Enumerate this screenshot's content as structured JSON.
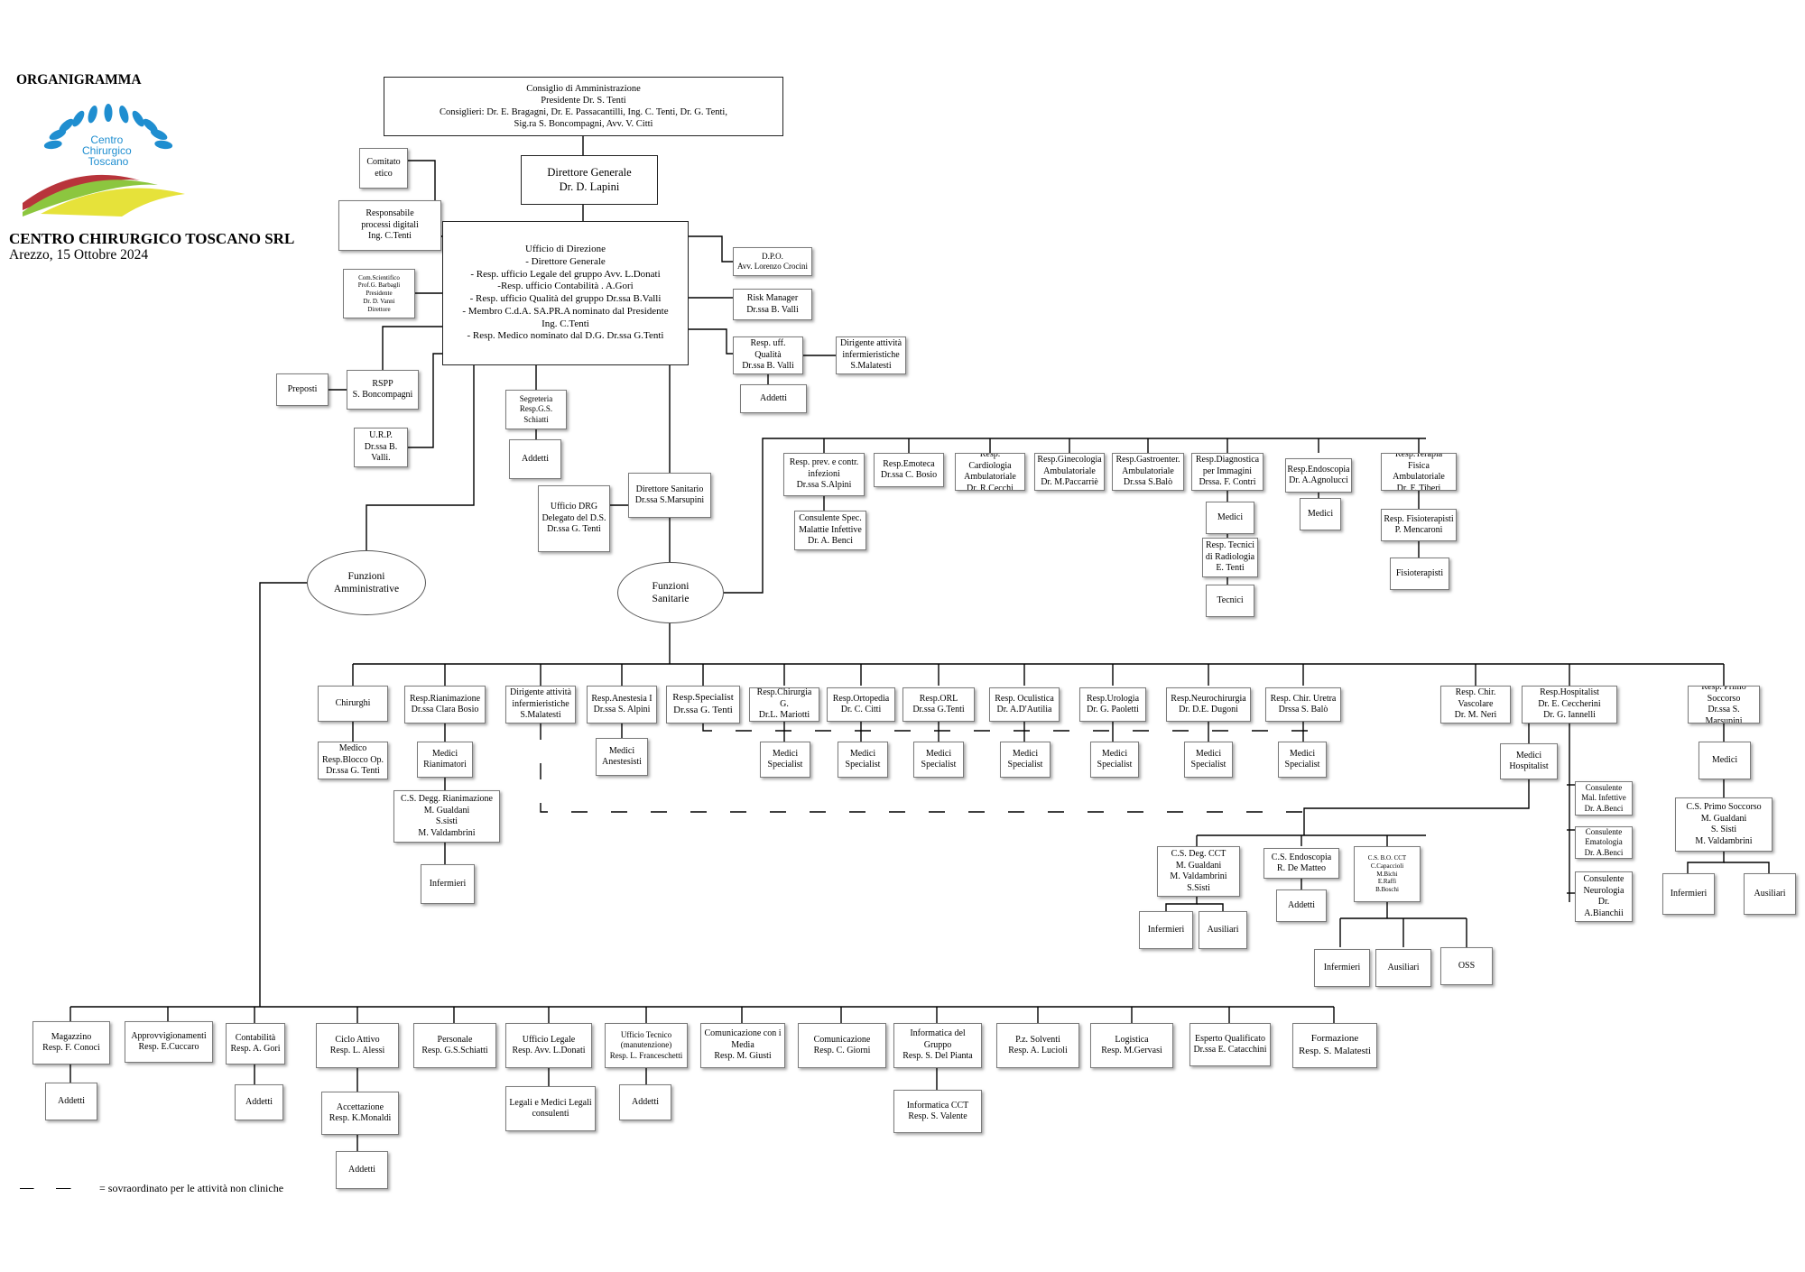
{
  "header": {
    "title": "ORGANIGRAMMA",
    "company": "CENTRO CHIRURGICO TOSCANO SRL",
    "place_date": "Arezzo,  15 Ottobre  2024",
    "logo_lines": [
      "Centro",
      "Chirurgico",
      "Toscano"
    ]
  },
  "legend": {
    "text": "= sovraordinato per le attività non cliniche"
  },
  "colors": {
    "line": "#000000",
    "box_border": "#7a7a7a",
    "logo_blue": "#1f8ed0",
    "logo_green": "#8cc63f",
    "logo_red": "#b8343b",
    "logo_yellow": "#e6e23a"
  },
  "nodes": {
    "cda": [
      "Consiglio di Amministrazione",
      "Presidente  Dr. S. Tenti",
      "Consiglieri: Dr. E. Bragagni, Dr. E. Passacantilli, Ing. C. Tenti, Dr. G. Tenti,",
      "Sig.ra S. Boncompagni, Avv. V. Citti"
    ],
    "dg": [
      "Direttore Generale",
      "Dr. D. Lapini"
    ],
    "comitato": [
      "Comitato",
      "etico"
    ],
    "resp_digitali": [
      "Responsabile",
      "processi digitali",
      "Ing. C.Tenti"
    ],
    "ufficio_direzione": [
      "Ufficio di Direzione",
      "- Direttore Generale",
      "- Resp. ufficio Legale del gruppo Avv. L.Donati",
      "-Resp. ufficio Contabilità  . A.Gori",
      "- Resp. ufficio Qualità del gruppo  Dr.ssa B.Valli",
      "- Membro C.d.A. SA.PR.A nominato dal Presidente",
      "Ing. C.Tenti",
      "- Resp. Medico nominato dal D.G. Dr.ssa G.Tenti"
    ],
    "com_scientifico": [
      "Com.Scientifico",
      "Prof.G. Barbagli",
      "Presidente",
      "Dr. D. Vanni",
      "Direttore"
    ],
    "dpo": [
      "D.P.O.",
      "Avv. Lorenzo Crocini"
    ],
    "risk_manager": [
      "Risk Manager",
      "Dr.ssa B. Valli"
    ],
    "resp_qualita": [
      "Resp.   uff.",
      "Qualità",
      "Dr.ssa B. Valli"
    ],
    "dirigente_inf_top": [
      "Dirigente attività",
      "infermieristiche",
      "S.Malatesti"
    ],
    "addetti_qualita": [
      "Addetti"
    ],
    "preposti": [
      "Preposti"
    ],
    "rspp": [
      "RSPP",
      "S. Boncompagni"
    ],
    "urp": [
      "U.R.P.",
      "Dr.ssa B.",
      "Valli."
    ],
    "segreteria": [
      "Segreteria",
      "Resp.G.S. Schiatti"
    ],
    "addetti_segreteria": [
      "Addetti"
    ],
    "ufficio_drg": [
      "Ufficio DRG",
      "Delegato del D.S.",
      "Dr.ssa G. Tenti"
    ],
    "direttore_sanitario": [
      "Direttore Sanitario",
      "Dr.ssa S.Marsupini"
    ],
    "funzioni_amm": [
      "Funzioni",
      "Amministrative"
    ],
    "funzioni_san": [
      "Funzioni",
      "Sanitarie"
    ],
    "prev_infezioni": [
      "Resp. prev. e contr.",
      "infezioni",
      "Dr.ssa S.Alpini"
    ],
    "consulente_malattie": [
      "Consulente Spec.",
      "Malattie Infettive",
      "Dr. A. Benci"
    ],
    "emoteca": [
      "Resp.Emoteca",
      "Dr.ssa C. Bosio"
    ],
    "cardiologia": [
      "Resp. Cardiologia",
      "Ambulatoriale",
      "Dr. R.Cecchi"
    ],
    "ginecologia": [
      "Resp.Ginecologia",
      "Ambulatoriale",
      "Dr. M.Paccarriè"
    ],
    "gastroenter": [
      "Resp.Gastroenter.",
      "Ambulatoriale",
      "Dr.ssa S.Balò"
    ],
    "diagnostica": [
      "Resp.Diagnostica",
      "per Immagini",
      "Drssa. F. Contri"
    ],
    "medici_diagn": [
      "Medici"
    ],
    "tecnici_radiologia": [
      "Resp. Tecnici",
      "di Radiologia",
      "E. Tenti"
    ],
    "tecnici": [
      "Tecnici"
    ],
    "endoscopia": [
      "Resp.Endoscopia",
      "Dr. A.Agnolucci"
    ],
    "medici_endo": [
      "Medici"
    ],
    "terapia_fisica": [
      "Resp.Terapia Fisica",
      "Ambulatoriale",
      "Dr. F. Tiberi"
    ],
    "resp_fisioterapisti": [
      "Resp. Fisioterapisti",
      "P. Mencaroni"
    ],
    "fisioterapisti": [
      "Fisioterapisti"
    ],
    "chirurghi": [
      "Chirurghi"
    ],
    "medico_blocco": [
      "Medico",
      "Resp.Blocco Op.",
      "Dr.ssa G. Tenti"
    ],
    "rianimazione": [
      "Resp.Rianimazione",
      "Dr.ssa Clara Bosio"
    ],
    "medici_rianimatori": [
      "Medici",
      "Rianimatori"
    ],
    "cs_rianimazione": [
      "C.S. Degg. Rianimazione",
      "M. Gualdani",
      "S.sisti",
      "M. Valdambrini"
    ],
    "infermieri_rian": [
      "Infermieri"
    ],
    "dirigente_inf_mid": [
      "Dirigente attività",
      "infermieristiche",
      "S.Malatesti"
    ],
    "anestesia": [
      "Resp.Anestesia I",
      "Dr.ssa S. Alpini"
    ],
    "medici_anestesisti": [
      "Medici",
      "Anestesisti"
    ],
    "resp_specialist": [
      "Resp.Specialist",
      "Dr.ssa G. Tenti"
    ],
    "chirurgia_g": [
      "Resp.Chirurgia G.",
      "Dr.L. Mariotti"
    ],
    "ms_chir": [
      "Medici",
      "Specialist"
    ],
    "ortopedia": [
      "Resp.Ortopedia",
      "Dr. C. Citti"
    ],
    "ms_orto": [
      "Medici",
      "Specialist"
    ],
    "orl": [
      "Resp.ORL",
      "Dr.ssa G.Tenti"
    ],
    "ms_orl": [
      "Medici",
      "Specialist"
    ],
    "oculistica": [
      "Resp. Oculistica",
      "Dr. A.D'Autilia"
    ],
    "ms_ocul": [
      "Medici",
      "Specialist"
    ],
    "urologia": [
      "Resp.Urologia",
      "Dr. G. Paoletti"
    ],
    "ms_uro": [
      "Medici",
      "Specialist"
    ],
    "neurochirurgia": [
      "Resp.Neurochirurgia",
      "Dr. D.E. Dugoni"
    ],
    "ms_neuro": [
      "Medici",
      "Specialist"
    ],
    "chir_uretra": [
      "Resp. Chir. Uretra",
      "Drssa S. Balò"
    ],
    "ms_uretra": [
      "Medici",
      "Specialist"
    ],
    "chir_vascolare": [
      "Resp. Chir.",
      "Vascolare",
      "Dr. M. Neri"
    ],
    "hospitalist": [
      "Resp.Hospitalist",
      "Dr. E. Ceccherini",
      "Dr. G. Iannelli"
    ],
    "medici_hospitalist": [
      "Medici",
      "Hospitalist"
    ],
    "cons_mal_infettive": [
      "Consulente",
      "Mal. Infettive",
      "Dr. A.Benci"
    ],
    "cons_ematologia": [
      "Consulente",
      "Ematologia",
      "Dr. A.Benci"
    ],
    "cons_neurologia": [
      "Consulente",
      "Neurologia",
      "Dr. A.Bianchii"
    ],
    "cs_cct": [
      "C.S. Deg. CCT",
      "M. Gualdani",
      "M. Valdambrini",
      "S.Sisti"
    ],
    "infermieri_cct": [
      "Infermieri"
    ],
    "ausiliari_cct": [
      "Ausiliari"
    ],
    "cs_endoscopia": [
      "C.S. Endoscopia",
      "R. De Matteo"
    ],
    "addetti_endo": [
      "Addetti"
    ],
    "cs_bo": [
      "C.S. B.O. CCT",
      "C.Capaccioli",
      "M.Bichi",
      "E.Raffi",
      "B.Boschi"
    ],
    "infermieri_bo": [
      "Infermieri"
    ],
    "ausiliari_bo": [
      "Ausiliari"
    ],
    "oss_bo": [
      "OSS"
    ],
    "primo_soccorso": [
      "Resp. Primo",
      "Soccorso",
      "Dr.ssa S. Marsupini"
    ],
    "medici_ps": [
      "Medici"
    ],
    "cs_ps": [
      "C.S. Primo Soccorso",
      "M. Gualdani",
      "S. Sisti",
      "M. Valdambrini"
    ],
    "infermieri_ps": [
      "Infermieri"
    ],
    "ausiliari_ps": [
      "Ausiliari"
    ],
    "magazzino": [
      "Magazzino",
      "Resp. F. Conoci"
    ],
    "addetti_mag": [
      "Addetti"
    ],
    "approvv": [
      "Approvvigionamenti",
      "Resp. E.Cuccaro"
    ],
    "contabilita": [
      "Contabilità",
      "Resp. A. Gori"
    ],
    "addetti_cont": [
      "Addetti"
    ],
    "ciclo_attivo": [
      "Ciclo Attivo",
      "Resp. L. Alessi"
    ],
    "accettazione": [
      "Accettazione",
      "Resp. K.Monaldi"
    ],
    "addetti_acc": [
      "Addetti"
    ],
    "personale": [
      "Personale",
      "Resp. G.S.Schiatti"
    ],
    "ufficio_legale": [
      "Ufficio Legale",
      "Resp. Avv. L.Donati"
    ],
    "legali": [
      "Legali e Medici Legali",
      "consulenti"
    ],
    "ufficio_tecnico": [
      "Ufficio Tecnico",
      "(manutenzione)",
      "Resp. L. Franceschetti"
    ],
    "addetti_tec": [
      "Addetti"
    ],
    "comunicazione_media": [
      "Comunicazione con i",
      "Media",
      "Resp. M. Giusti"
    ],
    "comunicazione": [
      "Comunicazione",
      "Resp. C. Giorni"
    ],
    "informatica_gruppo": [
      "Informatica del Gruppo",
      "Resp. S. Del Pianta"
    ],
    "informatica_cct": [
      "Informatica CCT",
      "Resp. S. Valente"
    ],
    "pz_solventi": [
      "P.z. Solventi",
      "Resp. A. Lucioli"
    ],
    "logistica": [
      "Logistica",
      "Resp. M.Gervasi"
    ],
    "esperto_qualificato": [
      "Esperto Qualificato",
      "Dr.ssa E. Catacchini"
    ],
    "formazione": [
      "Formazione",
      "Resp. S. Malatesti"
    ]
  }
}
